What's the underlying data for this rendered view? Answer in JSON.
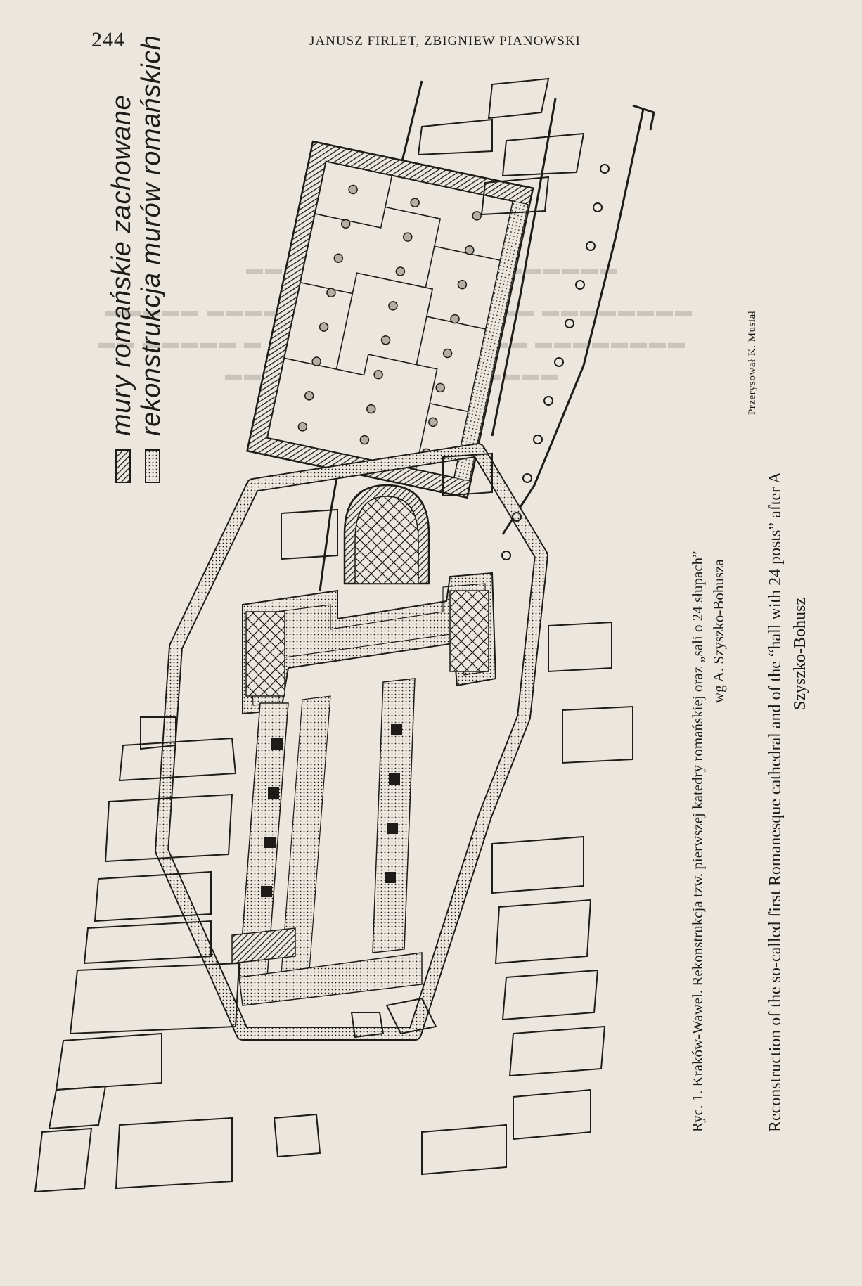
{
  "header": {
    "page_number": "244",
    "running_head": "JANUSZ FIRLET, ZBIGNIEW PIANOWSKI"
  },
  "legend": {
    "preserved_walls": "mury romańskie zachowane",
    "reconstruction": "rekonstrukcja murów romańskich"
  },
  "caption": {
    "pl_line1": "Ryc. 1. Kraków-Wawel. Rekonstrukcja tzw. pierwszej katedry romańskiej oraz „sali o 24 słupach”",
    "pl_line2": "wg A. Szyszko-Bohusza",
    "en_line1": "Reconstruction of the so-called first Romanesque cathedral and of the “hall with 24 posts” after A",
    "en_line2": "Szyszko-Bohusz",
    "credit": "Przerysował K. Musiał"
  },
  "colors": {
    "paper": "#ece7de",
    "ink": "#1e1b18",
    "ghost": "#5b5650"
  }
}
